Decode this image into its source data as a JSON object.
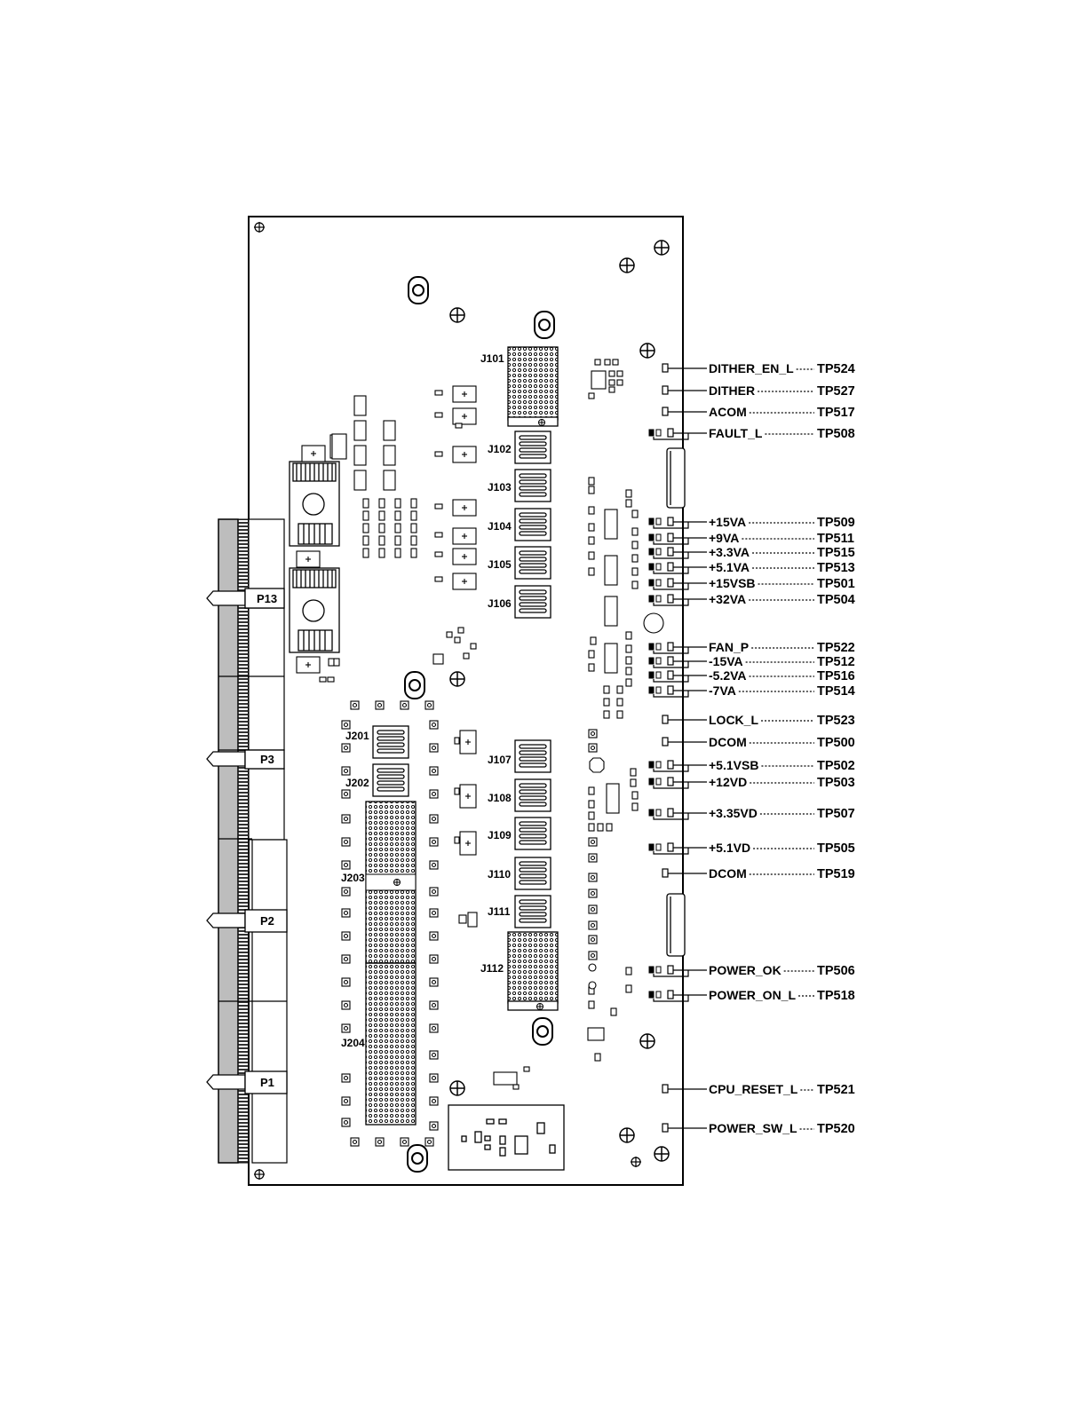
{
  "connectors": {
    "j101": "J101",
    "j102": "J102",
    "j103": "J103",
    "j104": "J104",
    "j105": "J105",
    "j106": "J106",
    "j107": "J107",
    "j108": "J108",
    "j109": "J109",
    "j110": "J110",
    "j111": "J111",
    "j112": "J112",
    "j201": "J201",
    "j202": "J202",
    "j203": "J203",
    "j204": "J204",
    "p1": "P1",
    "p2": "P2",
    "p3": "P3",
    "p13": "P13"
  },
  "test_points": [
    {
      "signal": "DITHER_EN_L",
      "tp": "TP524"
    },
    {
      "signal": "DITHER",
      "tp": "TP527"
    },
    {
      "signal": "ACOM",
      "tp": "TP517"
    },
    {
      "signal": "FAULT_L",
      "tp": "TP508"
    },
    {
      "signal": "+15VA",
      "tp": "TP509"
    },
    {
      "signal": "+9VA",
      "tp": "TP511"
    },
    {
      "signal": "+3.3VA",
      "tp": "TP515"
    },
    {
      "signal": "+5.1VA",
      "tp": "TP513"
    },
    {
      "signal": "+15VSB",
      "tp": "TP501"
    },
    {
      "signal": "+32VA",
      "tp": "TP504"
    },
    {
      "signal": "FAN_P",
      "tp": "TP522"
    },
    {
      "signal": "-15VA",
      "tp": "TP512"
    },
    {
      "signal": "-5.2VA",
      "tp": "TP516"
    },
    {
      "signal": "-7VA",
      "tp": "TP514"
    },
    {
      "signal": "LOCK_L",
      "tp": "TP523"
    },
    {
      "signal": "DCOM",
      "tp": "TP500"
    },
    {
      "signal": "+5.1VSB",
      "tp": "TP502"
    },
    {
      "signal": "+12VD",
      "tp": "TP503"
    },
    {
      "signal": "+3.35VD",
      "tp": "TP507"
    },
    {
      "signal": "+5.1VD",
      "tp": "TP505"
    },
    {
      "signal": "DCOM",
      "tp": "TP519"
    },
    {
      "signal": "POWER_OK",
      "tp": "TP506"
    },
    {
      "signal": "POWER_ON_L",
      "tp": "TP518"
    },
    {
      "signal": "CPU_RESET_L",
      "tp": "TP521"
    },
    {
      "signal": "POWER_SW_L",
      "tp": "TP520"
    }
  ]
}
